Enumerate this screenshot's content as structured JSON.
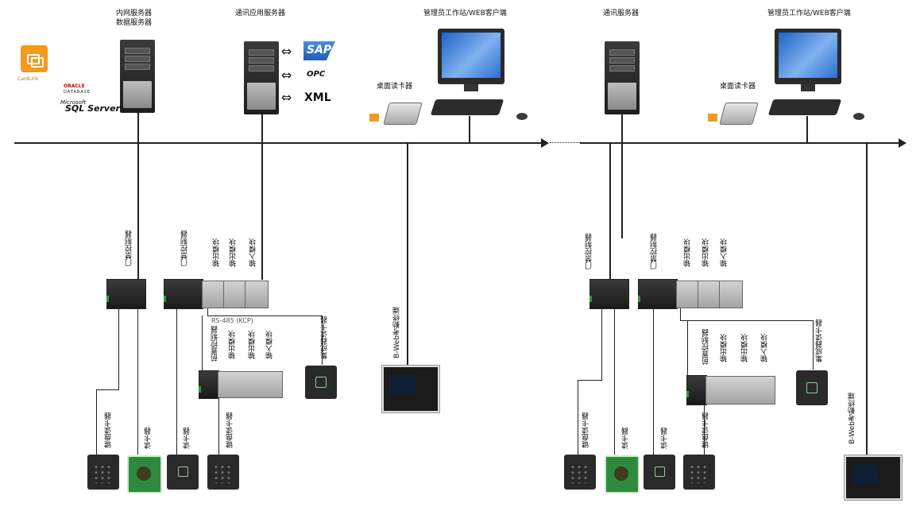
{
  "servers": {
    "intranet_line1": "内网服务器",
    "intranet_line2": "数据服务器",
    "comm_app": "通讯应用服务器",
    "comm": "通讯服务器"
  },
  "workstations": {
    "left": "管理员工作站/WEB客户端",
    "right": "管理员工作站/WEB客户端"
  },
  "desktop_readers": {
    "left": "桌面读卡器",
    "right": "桌面读卡器"
  },
  "logos": {
    "cardlink": "CardLink",
    "oracle_line1": "ORACLE",
    "oracle_line2": "DATABASE",
    "microsoft": "Microsoft",
    "sql_server": "SQL Server",
    "sap": "SAP",
    "opc": "OPC",
    "xml": "XML"
  },
  "left_group": {
    "door_ctrl_a": "门禁控制器",
    "door_ctrl_b": "门禁控制器",
    "output_mod_1": "输出模块",
    "output_mod_2": "输出模块",
    "input_mod": "输入模块",
    "bus": "RS-485 (KCP)",
    "front_ctrl": "前置控制器",
    "sub_output_1": "输出模块",
    "sub_output_2": "输出模块",
    "sub_input": "输入模块",
    "integrated_reader": "集成器读卡器",
    "bweb_terminal": "B-Web考勤终端",
    "keypad_reader_1": "键盘读卡器",
    "reader_green": "读卡器",
    "reader_black": "读卡器",
    "keypad_reader_2": "键盘读卡器"
  },
  "right_group": {
    "door_ctrl_a": "门禁控制器",
    "door_ctrl_b": "门禁控制器",
    "output_mod_1": "输出模块",
    "output_mod_2": "输出模块",
    "input_mod": "输入模块",
    "front_ctrl": "前置控制器",
    "sub_output_1": "输出模块",
    "sub_output_2": "输出模块",
    "sub_input": "输入模块",
    "integrated_reader": "集成器读卡器",
    "bweb_terminal": "B-Web考勤终端",
    "keypad_reader_1": "键盘读卡器",
    "reader_green": "读卡器",
    "reader_black": "读卡器",
    "keypad_reader_2": "键盘读卡器"
  },
  "colors": {
    "line": "#222222",
    "accent_orange": "#f39a1e",
    "sap_blue": "#1f5fae",
    "reader_green_bg": "#2e8b3e"
  }
}
